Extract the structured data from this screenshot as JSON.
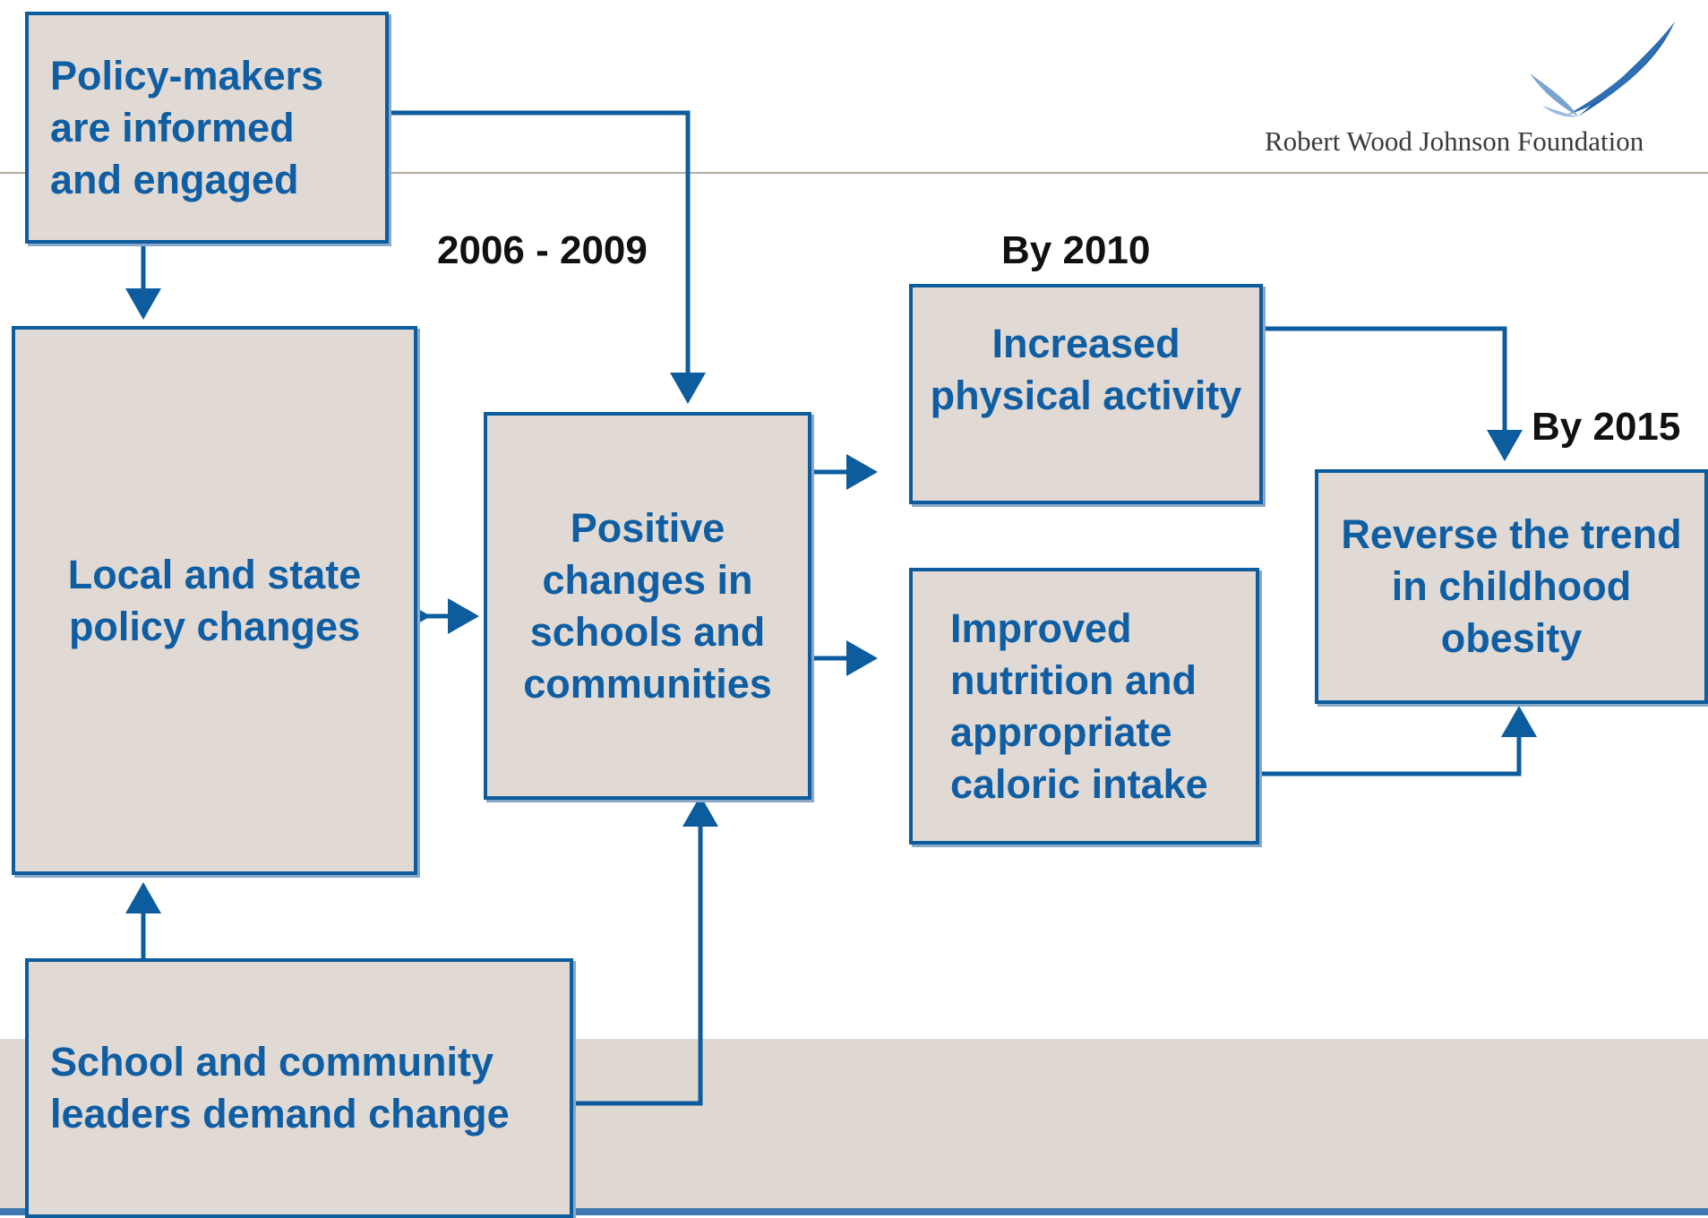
{
  "logo": {
    "text": "Robert Wood Johnson Foundation",
    "icon": "eagle-wing-icon"
  },
  "colors": {
    "box_fill": "#e1d9d3",
    "box_border": "#0d5c9d",
    "text_blue": "#0f5ea3",
    "arrow": "#0d5c9d",
    "band": "#e0d9d2"
  },
  "labels": {
    "period1": "2006 - 2009",
    "period2": "By 2010",
    "period3": "By 2015"
  },
  "nodes": {
    "policy_makers": "Policy-makers are informed and engaged",
    "local_state": "Local and state policy changes",
    "school_leaders": "School and community leaders demand change",
    "positive_changes": "Positive changes in schools and communities",
    "physical_activity": "Increased physical activity",
    "nutrition": "Improved nutrition and appropriate caloric intake",
    "reverse_trend": "Reverse the trend in childhood obesity"
  },
  "edges": [
    {
      "from": "policy_makers",
      "to": "local_state"
    },
    {
      "from": "policy_makers",
      "to": "positive_changes"
    },
    {
      "from": "school_leaders",
      "to": "local_state"
    },
    {
      "from": "school_leaders",
      "to": "positive_changes"
    },
    {
      "from": "local_state",
      "to": "positive_changes",
      "bidirectional": true
    },
    {
      "from": "positive_changes",
      "to": "physical_activity"
    },
    {
      "from": "positive_changes",
      "to": "nutrition"
    },
    {
      "from": "physical_activity",
      "to": "reverse_trend"
    },
    {
      "from": "nutrition",
      "to": "reverse_trend"
    }
  ]
}
